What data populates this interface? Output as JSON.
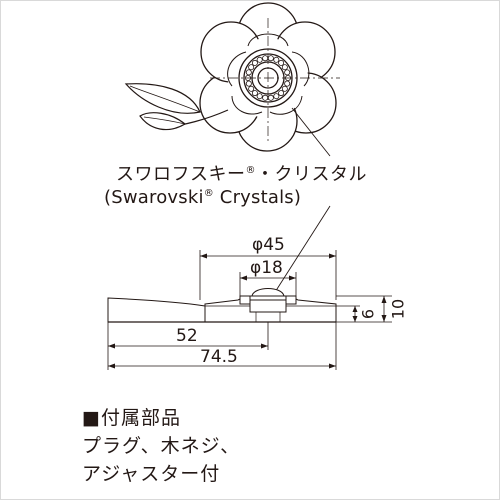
{
  "annotation": {
    "crystal_jp": "スワロフスキー",
    "crystal_jp_suffix": "・クリスタル",
    "crystal_en_open": "(Swarovski",
    "crystal_en_close": " Crystals)",
    "registered_mark": "®"
  },
  "dimensions": {
    "outer_diameter": "φ45",
    "inner_diameter": "φ18",
    "height_total": "10",
    "height_base": "6",
    "length_to_center": "52",
    "length_total": "74.5"
  },
  "accessories": {
    "title_mark": "■",
    "title": "付属部品",
    "line1": "プラグ、木ネジ、",
    "line2": "アジャスター付"
  },
  "colors": {
    "line": "#231815",
    "frame": "#d9d9d9",
    "fill_shade": "#f2f2f2"
  }
}
